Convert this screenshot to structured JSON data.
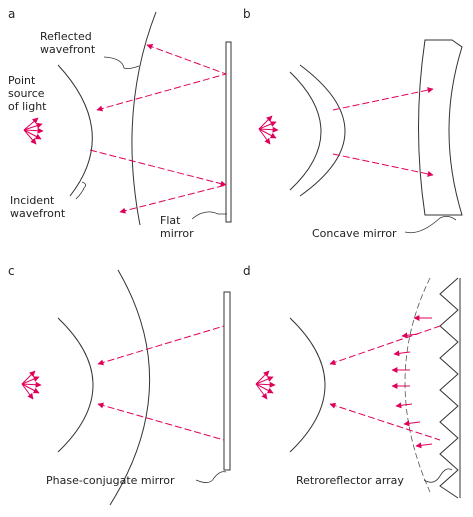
{
  "colors": {
    "ray": "#e0005a",
    "line": "#333333",
    "background": "#ffffff"
  },
  "panels": {
    "a": {
      "letter": "a",
      "reflected_wavefront": [
        "Reflected",
        "wavefront"
      ],
      "point_source": [
        "Point",
        "source",
        "of light"
      ],
      "incident_wavefront": [
        "Incident",
        "wavefront"
      ],
      "mirror": [
        "Flat",
        "mirror"
      ]
    },
    "b": {
      "letter": "b",
      "mirror": "Concave mirror"
    },
    "c": {
      "letter": "c",
      "mirror": "Phase-conjugate mirror"
    },
    "d": {
      "letter": "d",
      "mirror": "Retroreflector array"
    }
  }
}
